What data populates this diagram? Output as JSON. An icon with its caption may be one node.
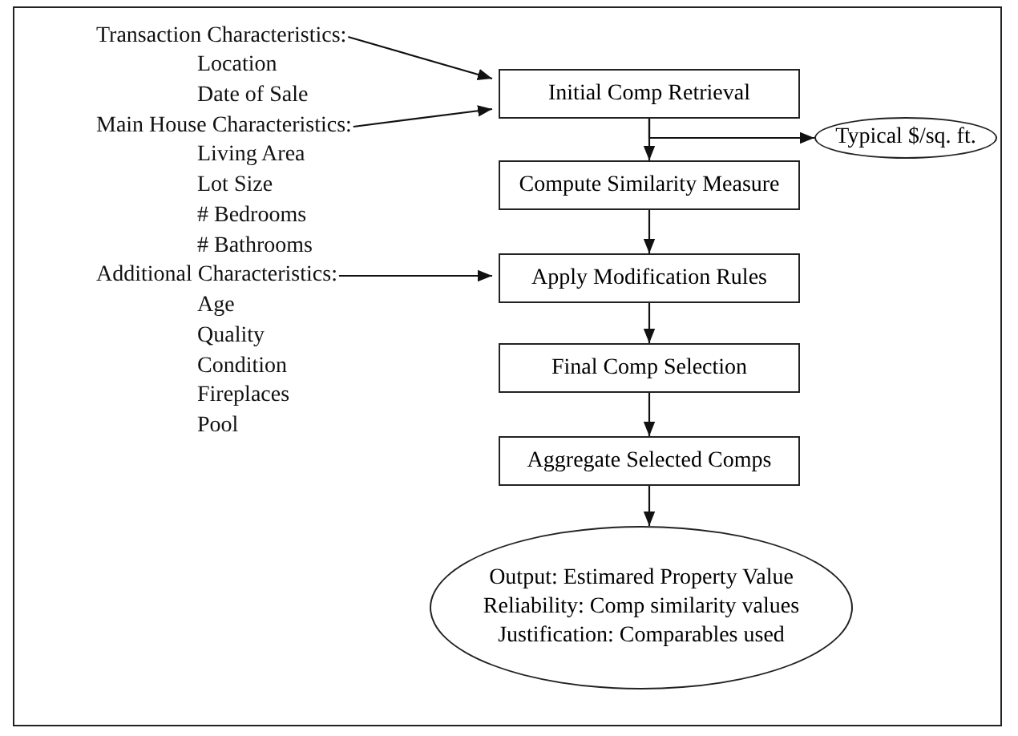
{
  "diagram": {
    "nodes": [
      {
        "text": [
          "Transaction Characteristics:"
        ]
      },
      {
        "text": [
          "Main House Characteristics:"
        ]
      },
      {
        "text": [
          "Additional Characteristics:"
        ]
      },
      {
        "text": [
          "Initial Comp Retrieval"
        ]
      },
      {
        "text": [
          "Typical $/sq. ft."
        ]
      },
      {
        "text": [
          "Compute Similarity Measure"
        ]
      },
      {
        "text": [
          "Apply Modification Rules"
        ]
      },
      {
        "text": [
          "Final Comp Selection"
        ]
      },
      {
        "text": [
          "Aggregate Selected Comps"
        ]
      },
      {
        "text": [
          "Output: Estimared Property Value",
          "Reliability: Comp similarity values",
          "Justification: Comparables used"
        ]
      }
    ],
    "edges": [
      {
        "from": 0,
        "to": 3,
        "arrow": "to"
      },
      {
        "from": 1,
        "to": 3,
        "arrow": "to"
      },
      {
        "from": 2,
        "to": 6,
        "arrow": "to"
      },
      {
        "from": 3,
        "to": 5,
        "arrow": "to"
      },
      {
        "from": 3,
        "to": 4,
        "arrow": "to"
      },
      {
        "from": 5,
        "to": 6,
        "arrow": "to"
      },
      {
        "from": 6,
        "to": 7,
        "arrow": "to"
      },
      {
        "from": 7,
        "to": 8,
        "arrow": "to"
      },
      {
        "from": 8,
        "to": 9,
        "arrow": "to"
      }
    ],
    "labels": [
      "Location",
      "Date of Sale",
      "Living Area",
      "Lot Size",
      "# Bedrooms",
      "# Bathrooms",
      "Age",
      "Quality",
      "Condition",
      "Fireplaces",
      "Pool"
    ]
  }
}
